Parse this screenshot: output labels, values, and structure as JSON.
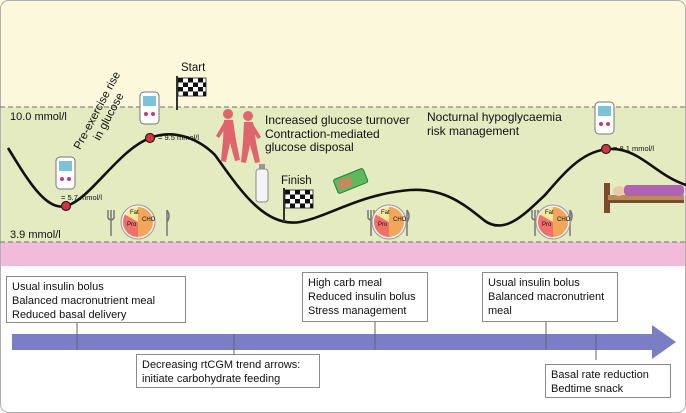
{
  "zones": {
    "upper_threshold_label": "10.0 mmol/l",
    "lower_threshold_label": "3.9 mmol/l",
    "colors": {
      "hyper": "#fbf8dc",
      "target": "#e4ebc1",
      "hypo": "#f0bcd9",
      "arrow": "#7b7ec4",
      "curve": "#111111",
      "marker": "#d8333a"
    }
  },
  "annotations": {
    "pre_exercise_line1": "Pre-exercise rise",
    "pre_exercise_line2": "in glucose",
    "start": "Start",
    "finish": "Finish",
    "exercise_effects": [
      "Increased glucose turnover",
      "Contraction-mediated",
      "glucose disposal"
    ],
    "nocturnal": [
      "Nocturnal hypoglycaemia",
      "risk management"
    ]
  },
  "readings": [
    {
      "value": "= 5.7 mmol/l"
    },
    {
      "value": "= 9.5 mmol/l"
    },
    {
      "value": "= 8.1 mmol/l"
    }
  ],
  "plate_labels": {
    "fat": "Fat",
    "pro": "Pro",
    "cho": "CHO"
  },
  "timeline_boxes": [
    {
      "lines": [
        "Usual insulin bolus",
        "Balanced macronutrient meal",
        "Reduced basal delivery"
      ]
    },
    {
      "lines": [
        "Decreasing rtCGM trend arrows:",
        "initiate carbohydrate feeding"
      ]
    },
    {
      "lines": [
        "High carb meal",
        "Reduced insulin bolus",
        "Stress management"
      ]
    },
    {
      "lines": [
        "Usual insulin bolus",
        "Balanced macronutrient",
        "meal"
      ]
    },
    {
      "lines": [
        "Basal rate reduction",
        "Bedtime snack"
      ]
    }
  ],
  "icons": [
    "cgm-device-icon",
    "checkered-flag-icon",
    "runners-icon",
    "water-bottle-icon",
    "energy-bar-icon",
    "fork-knife-icon",
    "meal-plate-icon",
    "sleeping-person-icon"
  ]
}
